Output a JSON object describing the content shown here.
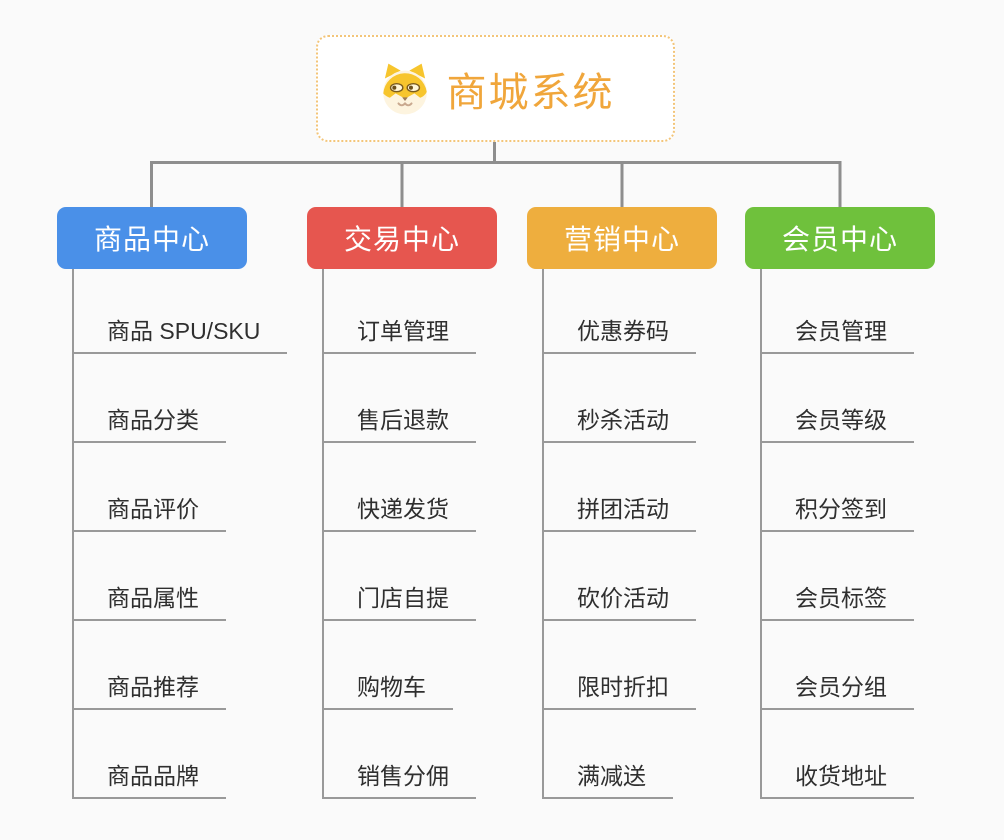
{
  "colors": {
    "background": "#fafafa",
    "connector": "#8e8e8e",
    "branch_line": "#999999",
    "root_text": "#f0a63b",
    "root_border": "#f3c579",
    "child_text": "#2f2f2f"
  },
  "root": {
    "label": "商城系统",
    "icon": "shiba-dog-icon"
  },
  "branches": [
    {
      "id": "product-center",
      "label": "商品中心",
      "color": "#4a90e8",
      "children": [
        "商品 SPU/SKU",
        "商品分类",
        "商品评价",
        "商品属性",
        "商品推荐",
        "商品品牌"
      ]
    },
    {
      "id": "trade-center",
      "label": "交易中心",
      "color": "#e6564f",
      "children": [
        "订单管理",
        "售后退款",
        "快递发货",
        "门店自提",
        "购物车",
        "销售分佣"
      ]
    },
    {
      "id": "marketing-center",
      "label": "营销中心",
      "color": "#eeae3e",
      "children": [
        "优惠券码",
        "秒杀活动",
        "拼团活动",
        "砍价活动",
        "限时折扣",
        "满减送"
      ]
    },
    {
      "id": "member-center",
      "label": "会员中心",
      "color": "#6fc13c",
      "children": [
        "会员管理",
        "会员等级",
        "积分签到",
        "会员标签",
        "会员分组",
        "收货地址"
      ]
    }
  ]
}
